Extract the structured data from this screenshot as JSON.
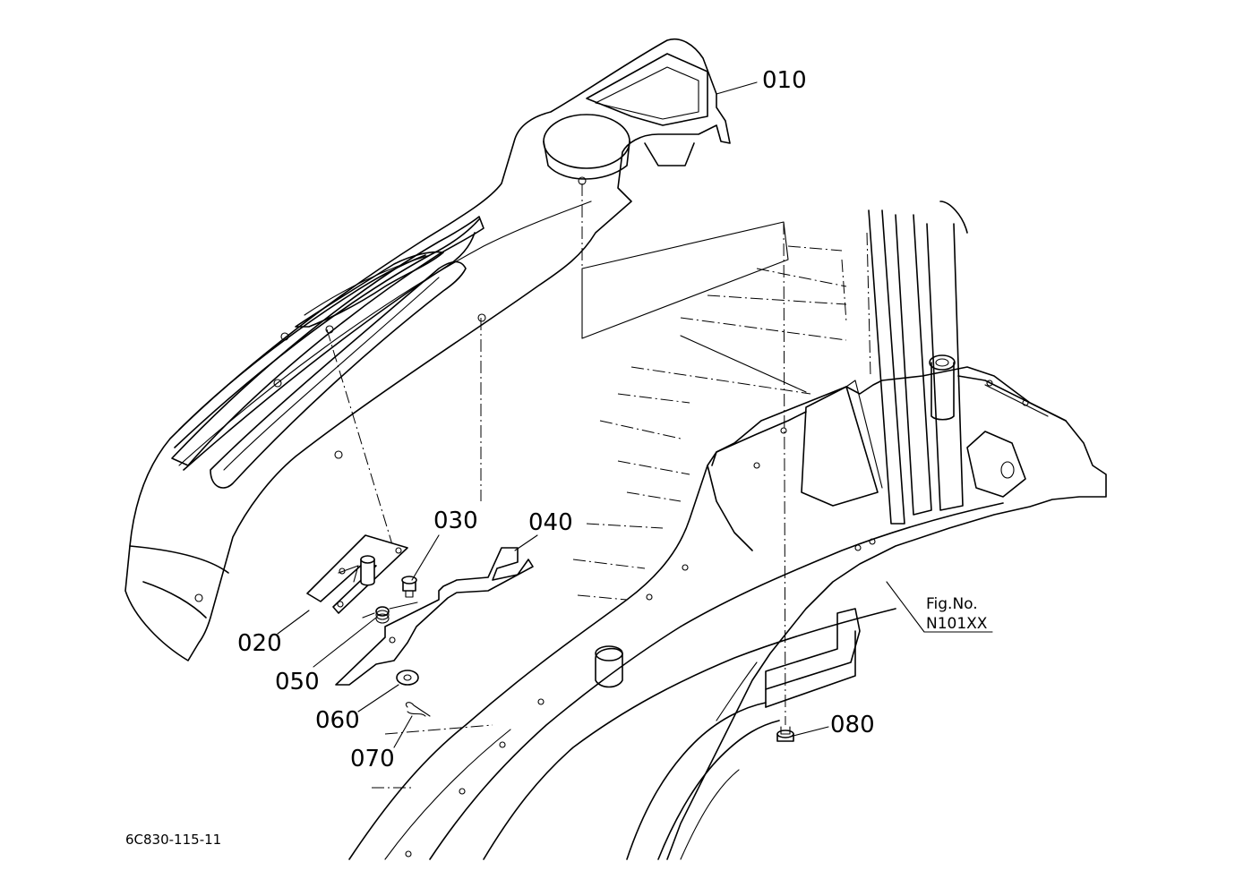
{
  "callouts": {
    "p010": "010",
    "p020": "020",
    "p030": "030",
    "p040": "040",
    "p050": "050",
    "p060": "060",
    "p070": "070",
    "p080": "080"
  },
  "figure_ref": {
    "line1": "Fig.No.",
    "line2": "N101XX"
  },
  "drawing_code": "6C830-115-11"
}
